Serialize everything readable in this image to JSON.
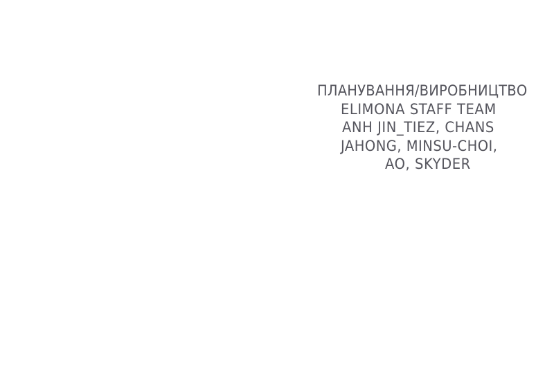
{
  "credits": {
    "lines": [
      "ПЛАНУВАННЯ/ВИРОБНИЦТВО",
      "ELIMONA STAFF TEAM",
      "ANH JIN_TIEZ, CHANS",
      "JAHONG, MINSU-CHOI,",
      "AO, SKYDER"
    ]
  },
  "colors": {
    "text": "#55555d",
    "background": "#ffffff"
  }
}
